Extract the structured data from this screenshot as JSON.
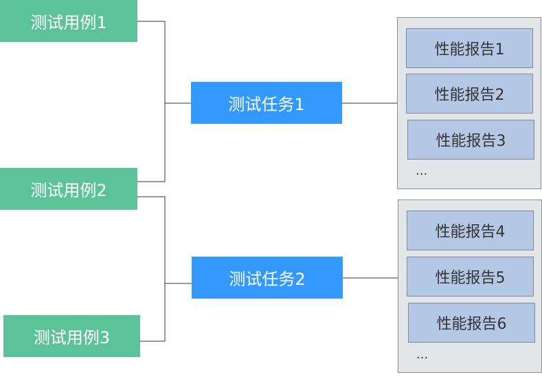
{
  "test_cases": [
    {
      "label": "测试用例1"
    },
    {
      "label": "测试用例2"
    },
    {
      "label": "测试用例3"
    }
  ],
  "test_tasks": [
    {
      "label": "测试任务1"
    },
    {
      "label": "测试任务2"
    }
  ],
  "report_groups": [
    {
      "reports": [
        "性能报告1",
        "性能报告2",
        "性能报告3"
      ],
      "more": "..."
    },
    {
      "reports": [
        "性能报告4",
        "性能报告5",
        "性能报告6"
      ],
      "more": "..."
    }
  ],
  "colors": {
    "case_fill": "#5cc29a",
    "task_fill": "#3399ff",
    "report_fill": "#b4c8e6",
    "panel_fill": "#e3e6e8",
    "connector": "#333333"
  }
}
